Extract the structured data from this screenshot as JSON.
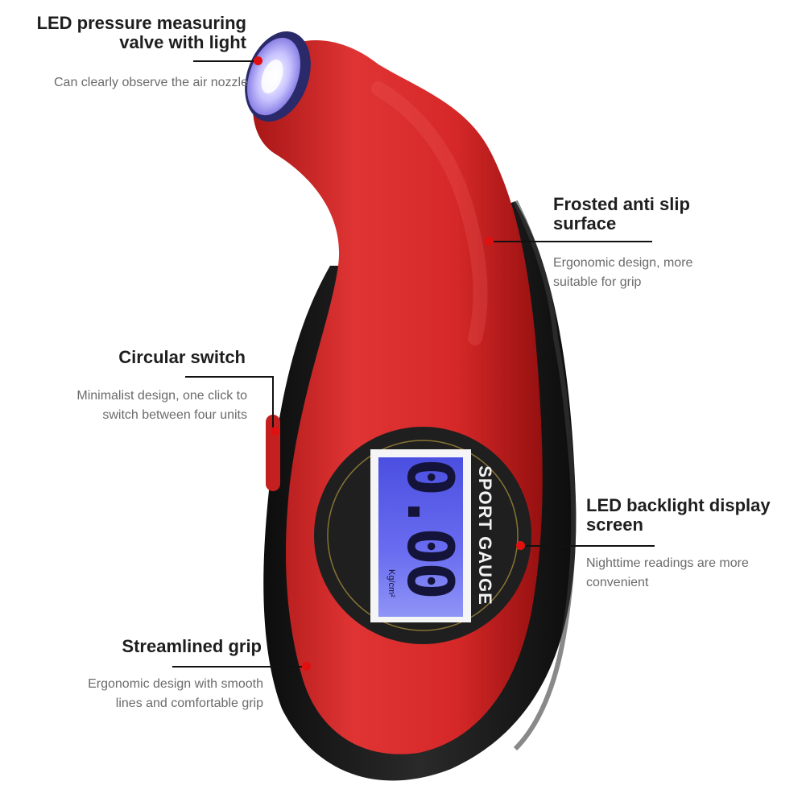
{
  "callouts": {
    "led_valve": {
      "title_line1": "LED pressure measuring",
      "title_line2": "valve with light",
      "desc": "Can clearly observe the air nozzle"
    },
    "anti_slip": {
      "title_line1": "Frosted anti slip",
      "title_line2": "surface",
      "desc_line1": "Ergonomic design, more",
      "desc_line2": "suitable for grip"
    },
    "circular_switch": {
      "title": "Circular switch",
      "desc_line1": "Minimalist design, one click to",
      "desc_line2": "switch between four units"
    },
    "backlight_display": {
      "title_line1": "LED backlight display",
      "title_line2": "screen",
      "desc_line1": "Nighttime readings are more",
      "desc_line2": "convenient"
    },
    "grip": {
      "title": "Streamlined grip",
      "desc_line1": "Ergonomic design with smooth",
      "desc_line2": "lines and comfortable grip"
    }
  },
  "device": {
    "brand_text": "SPORT GAUGE",
    "reading": "0.00",
    "unit": "Kg/cm²"
  },
  "colors": {
    "body_red": "#d42a2a",
    "grip_black": "#1c1c1c",
    "lcd_blue": "#5a5ce6",
    "marker_red": "#e01010"
  }
}
